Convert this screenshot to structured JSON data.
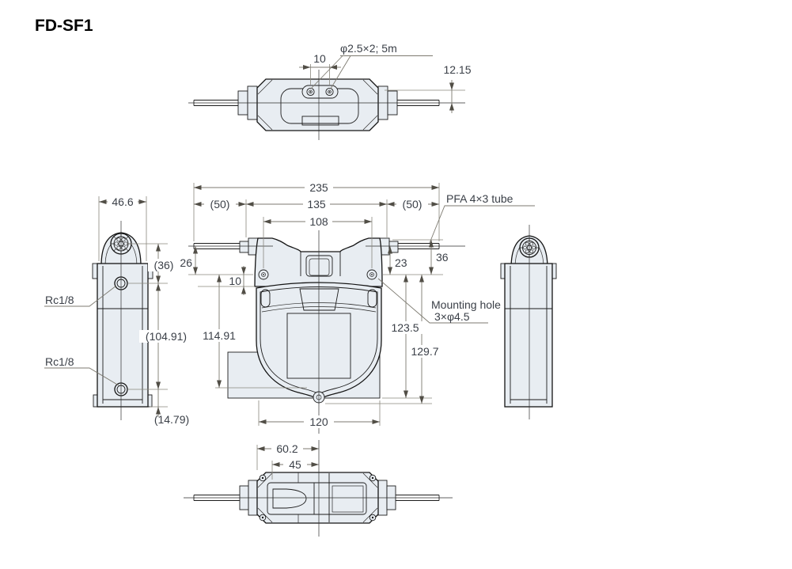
{
  "title": "FD-SF1",
  "colors": {
    "body_fill": "#e8edf2",
    "outline": "#141414",
    "dim_line": "#7d7a70",
    "dim_text": "#3a3f47"
  },
  "top_view": {
    "dim_hole_pitch": "10",
    "hole_label": "φ2.5×2; 5m",
    "dim_offset": "12.15"
  },
  "front_view": {
    "dim_total": "235",
    "dim_left_tube": "(50)",
    "dim_mid": "135",
    "dim_right_tube": "(50)",
    "dim_hole_span": "108",
    "tube_label": "PFA 4×3 tube",
    "dim_tube_offset_left": "26",
    "dim_top_edge": "10",
    "dim_body_height": "114.91",
    "dim_tube_offset_right": "23",
    "dim_tube_top": "36",
    "dim_height_1": "123.5",
    "dim_height_2": "129.7",
    "dim_bottom_width": "120",
    "mount_label_line1": "Mounting hole",
    "mount_label_line2": "3×φ4.5"
  },
  "left_view": {
    "dim_width": "46.6",
    "dim_top": "(36)",
    "port_top": "Rc1/8",
    "dim_mid": "(104.91)",
    "port_bottom": "Rc1/8",
    "dim_bottom": "(14.79)"
  },
  "bottom_view": {
    "dim_outer": "60.2",
    "dim_inner": "45"
  }
}
